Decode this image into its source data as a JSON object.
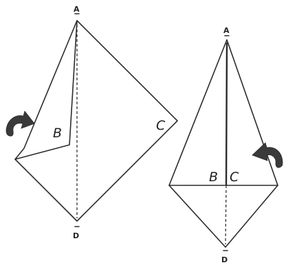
{
  "figure_left": {
    "labels": {
      "a": "A",
      "b": "B",
      "c": "C",
      "d": "D"
    },
    "arrow_icon": "curved-fold-arrow-icon"
  },
  "figure_right": {
    "labels": {
      "a": "A",
      "b": "B",
      "c": "C",
      "d": "D"
    },
    "arrow_icon": "curved-fold-arrow-icon"
  },
  "colors": {
    "line": "#2b2b2b",
    "arrow": "#3a3a3a",
    "background": "#ffffff"
  }
}
